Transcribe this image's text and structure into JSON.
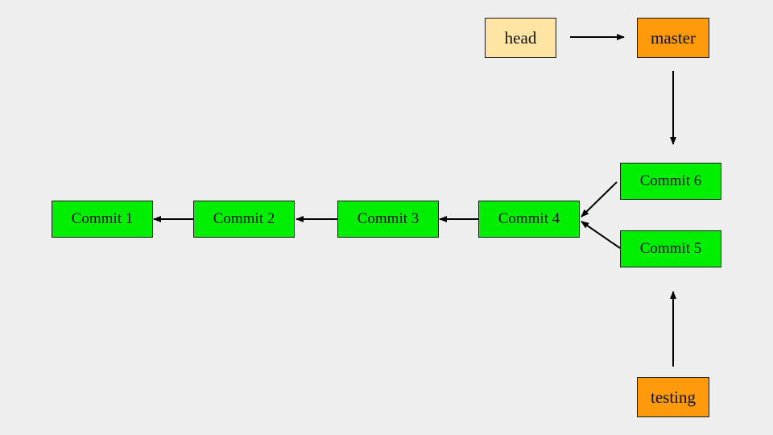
{
  "colors": {
    "background": "#eeeeee",
    "commit_fill": "#00ee00",
    "branch_fill": "#ff9a0d",
    "head_fill": "#ffe4a3",
    "arrow": "#000000"
  },
  "refs": {
    "head": "head",
    "master": "master",
    "testing": "testing"
  },
  "commits": {
    "c1": "Commit 1",
    "c2": "Commit 2",
    "c3": "Commit 3",
    "c4": "Commit 4",
    "c5": "Commit 5",
    "c6": "Commit 6"
  },
  "edges": [
    {
      "from": "head",
      "to": "master"
    },
    {
      "from": "master",
      "to": "commit-6"
    },
    {
      "from": "testing",
      "to": "commit-5"
    },
    {
      "from": "commit-6",
      "to": "commit-4"
    },
    {
      "from": "commit-5",
      "to": "commit-4"
    },
    {
      "from": "commit-4",
      "to": "commit-3"
    },
    {
      "from": "commit-3",
      "to": "commit-2"
    },
    {
      "from": "commit-2",
      "to": "commit-1"
    }
  ]
}
